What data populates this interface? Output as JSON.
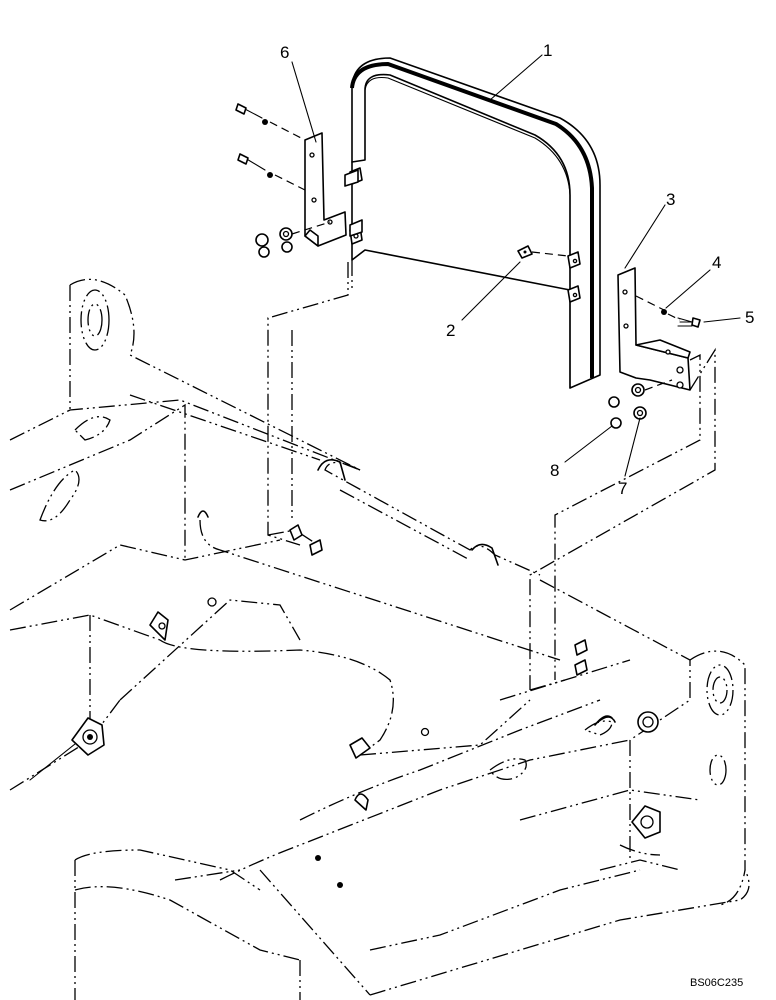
{
  "callouts": [
    {
      "label": "1"
    },
    {
      "label": "2"
    },
    {
      "label": "3"
    },
    {
      "label": "4"
    },
    {
      "label": "5"
    },
    {
      "label": "6"
    },
    {
      "label": "7"
    },
    {
      "label": "8"
    }
  ],
  "drawing_code": "BS06C235"
}
